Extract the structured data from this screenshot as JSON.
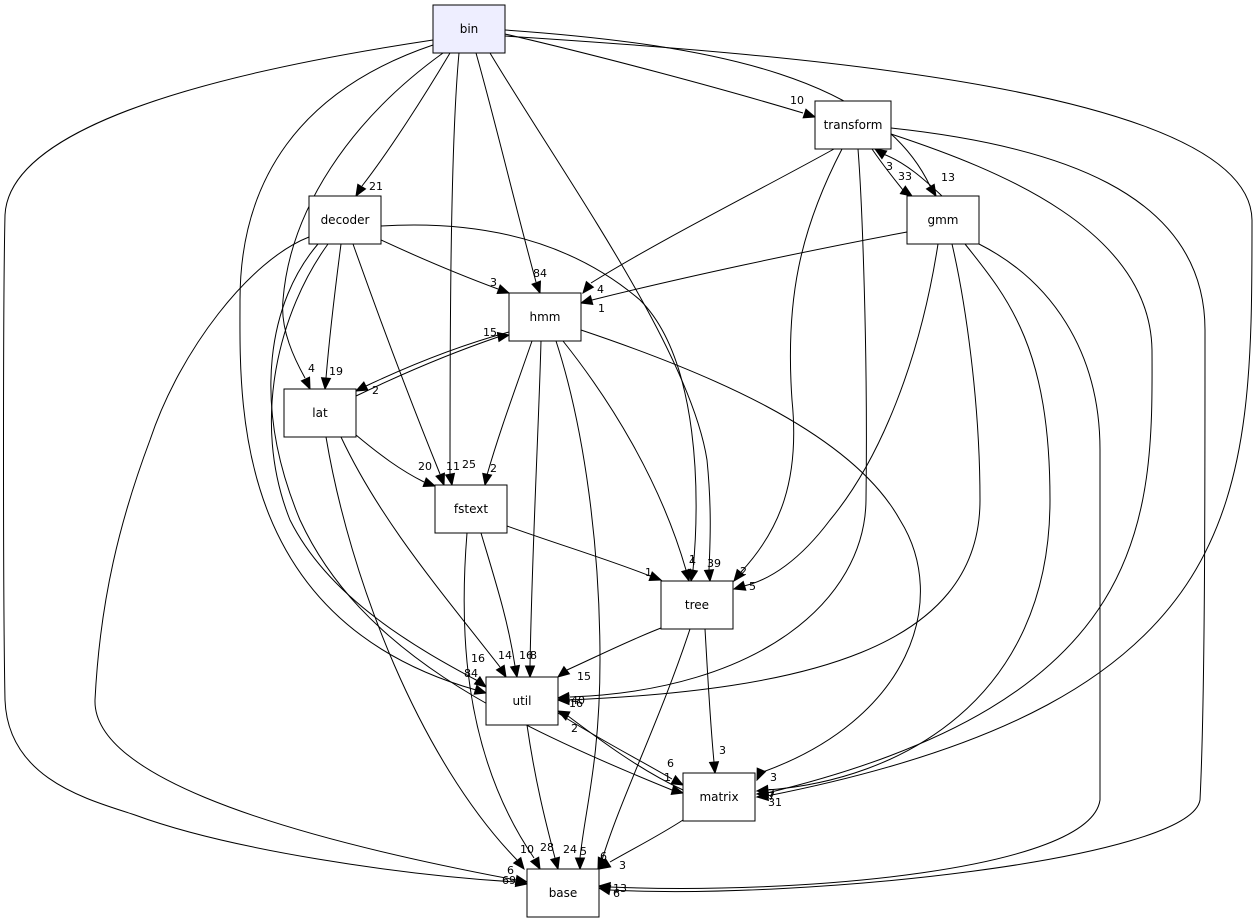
{
  "colors": {
    "highlight_fill": "#eeeeff",
    "default_fill": "#ffffff",
    "stroke": "#000000"
  },
  "nodes": [
    {
      "id": "bin",
      "label": "bin",
      "highlighted": true
    },
    {
      "id": "transform",
      "label": "transform"
    },
    {
      "id": "decoder",
      "label": "decoder"
    },
    {
      "id": "gmm",
      "label": "gmm"
    },
    {
      "id": "hmm",
      "label": "hmm"
    },
    {
      "id": "lat",
      "label": "lat"
    },
    {
      "id": "fstext",
      "label": "fstext"
    },
    {
      "id": "tree",
      "label": "tree"
    },
    {
      "id": "util",
      "label": "util"
    },
    {
      "id": "matrix",
      "label": "matrix"
    },
    {
      "id": "base",
      "label": "base"
    }
  ],
  "edges": [
    {
      "from": "bin",
      "to": "transform",
      "label": "10"
    },
    {
      "from": "bin",
      "to": "decoder",
      "label": "21"
    },
    {
      "from": "bin",
      "to": "gmm",
      "label": "13"
    },
    {
      "from": "bin",
      "to": "hmm",
      "label": "84"
    },
    {
      "from": "bin",
      "to": "lat",
      "label": "4"
    },
    {
      "from": "bin",
      "to": "fstext",
      "label": "25"
    },
    {
      "from": "bin",
      "to": "tree",
      "label": "39"
    },
    {
      "from": "bin",
      "to": "util",
      "label": "84"
    },
    {
      "from": "bin",
      "to": "matrix",
      "label": "7"
    },
    {
      "from": "bin",
      "to": "base",
      "label": "69"
    },
    {
      "from": "transform",
      "to": "gmm",
      "label": "33"
    },
    {
      "from": "gmm",
      "to": "transform",
      "label": "3"
    },
    {
      "from": "transform",
      "to": "hmm",
      "label": "4"
    },
    {
      "from": "transform",
      "to": "tree",
      "label": "2"
    },
    {
      "from": "transform",
      "to": "util",
      "label": "16"
    },
    {
      "from": "transform",
      "to": "matrix",
      "label": "31"
    },
    {
      "from": "transform",
      "to": "base",
      "label": "6"
    },
    {
      "from": "decoder",
      "to": "hmm",
      "label": "3"
    },
    {
      "from": "decoder",
      "to": "lat",
      "label": "19"
    },
    {
      "from": "decoder",
      "to": "fstext",
      "label": "11"
    },
    {
      "from": "decoder",
      "to": "tree",
      "label": "4"
    },
    {
      "from": "decoder",
      "to": "util",
      "label": "16"
    },
    {
      "from": "decoder",
      "to": "matrix",
      "label": "1"
    },
    {
      "from": "decoder",
      "to": "base",
      "label": "6"
    },
    {
      "from": "gmm",
      "to": "hmm",
      "label": "1"
    },
    {
      "from": "gmm",
      "to": "tree",
      "label": "5"
    },
    {
      "from": "gmm",
      "to": "util",
      "label": "40"
    },
    {
      "from": "gmm",
      "to": "matrix",
      "label": "7"
    },
    {
      "from": "gmm",
      "to": "base",
      "label": "13"
    },
    {
      "from": "hmm",
      "to": "lat",
      "label": "2"
    },
    {
      "from": "lat",
      "to": "hmm",
      "label": "15"
    },
    {
      "from": "hmm",
      "to": "fstext",
      "label": "2"
    },
    {
      "from": "hmm",
      "to": "tree",
      "label": "1"
    },
    {
      "from": "hmm",
      "to": "util",
      "label": "8"
    },
    {
      "from": "hmm",
      "to": "matrix",
      "label": "3"
    },
    {
      "from": "hmm",
      "to": "base",
      "label": "5"
    },
    {
      "from": "lat",
      "to": "fstext",
      "label": "20"
    },
    {
      "from": "lat",
      "to": "util",
      "label": "14"
    },
    {
      "from": "lat",
      "to": "base",
      "label": "10"
    },
    {
      "from": "fstext",
      "to": "tree",
      "label": "1"
    },
    {
      "from": "fstext",
      "to": "util",
      "label": "16"
    },
    {
      "from": "fstext",
      "to": "base",
      "label": "28"
    },
    {
      "from": "tree",
      "to": "util",
      "label": "15"
    },
    {
      "from": "tree",
      "to": "matrix",
      "label": "3"
    },
    {
      "from": "tree",
      "to": "base",
      "label": "6"
    },
    {
      "from": "util",
      "to": "matrix",
      "label": "6"
    },
    {
      "from": "matrix",
      "to": "util",
      "label": "2"
    },
    {
      "from": "util",
      "to": "base",
      "label": "24"
    },
    {
      "from": "matrix",
      "to": "base",
      "label": "3"
    }
  ]
}
